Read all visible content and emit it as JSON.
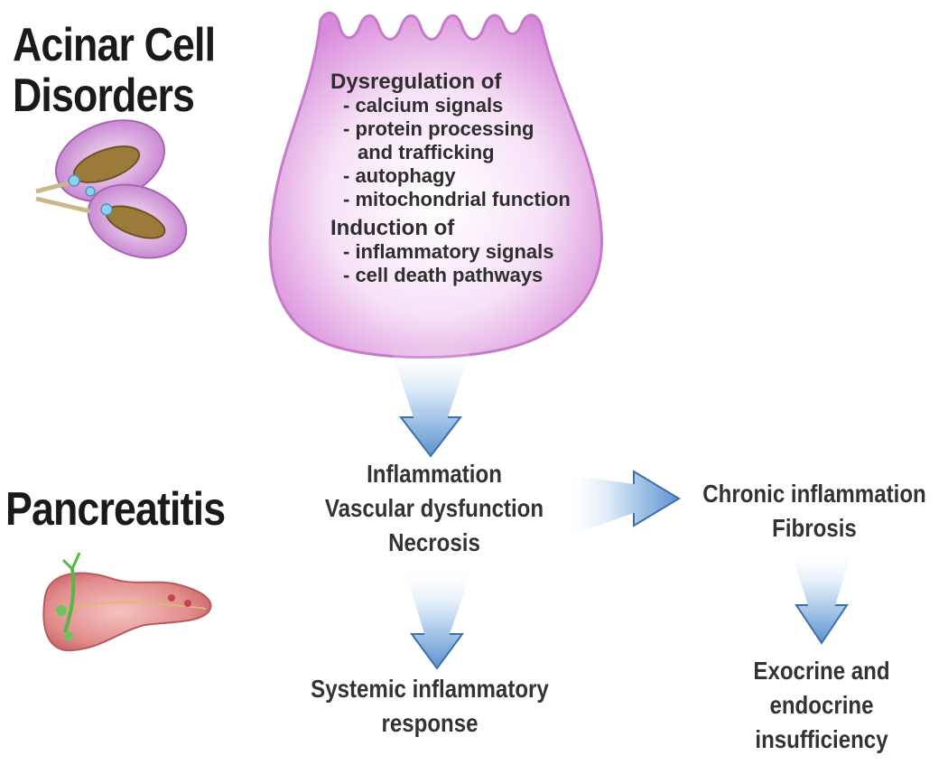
{
  "labels": {
    "acinar_title_line1": "Acinar Cell",
    "acinar_title_line2": "Disorders",
    "pancreatitis_title": "Pancreatitis"
  },
  "cell_box": {
    "heading1": "Dysregulation of",
    "items1": [
      "- calcium signals",
      "- protein processing",
      "and trafficking",
      "- autophagy",
      "- mitochondrial function"
    ],
    "heading2": "Induction of",
    "items2": [
      "- inflammatory signals",
      "- cell death pathways"
    ]
  },
  "nodes": {
    "center": [
      "Inflammation",
      "Vascular dysfunction",
      "Necrosis"
    ],
    "systemic": [
      "Systemic inflammatory",
      "response"
    ],
    "chronic": [
      "Chronic inflammation",
      "Fibrosis"
    ],
    "insufficiency": [
      "Exocrine and",
      "endocrine",
      "insufficiency"
    ]
  },
  "colors": {
    "cell_fill": "#e9b6e9",
    "cell_edge": "#c27ac6",
    "arrow_top": "#ffffff",
    "arrow_bottom": "#6a9fd6",
    "arrow_edge": "#3d6fa8",
    "pancreas": "#d9787a",
    "duct": "#52b848"
  }
}
